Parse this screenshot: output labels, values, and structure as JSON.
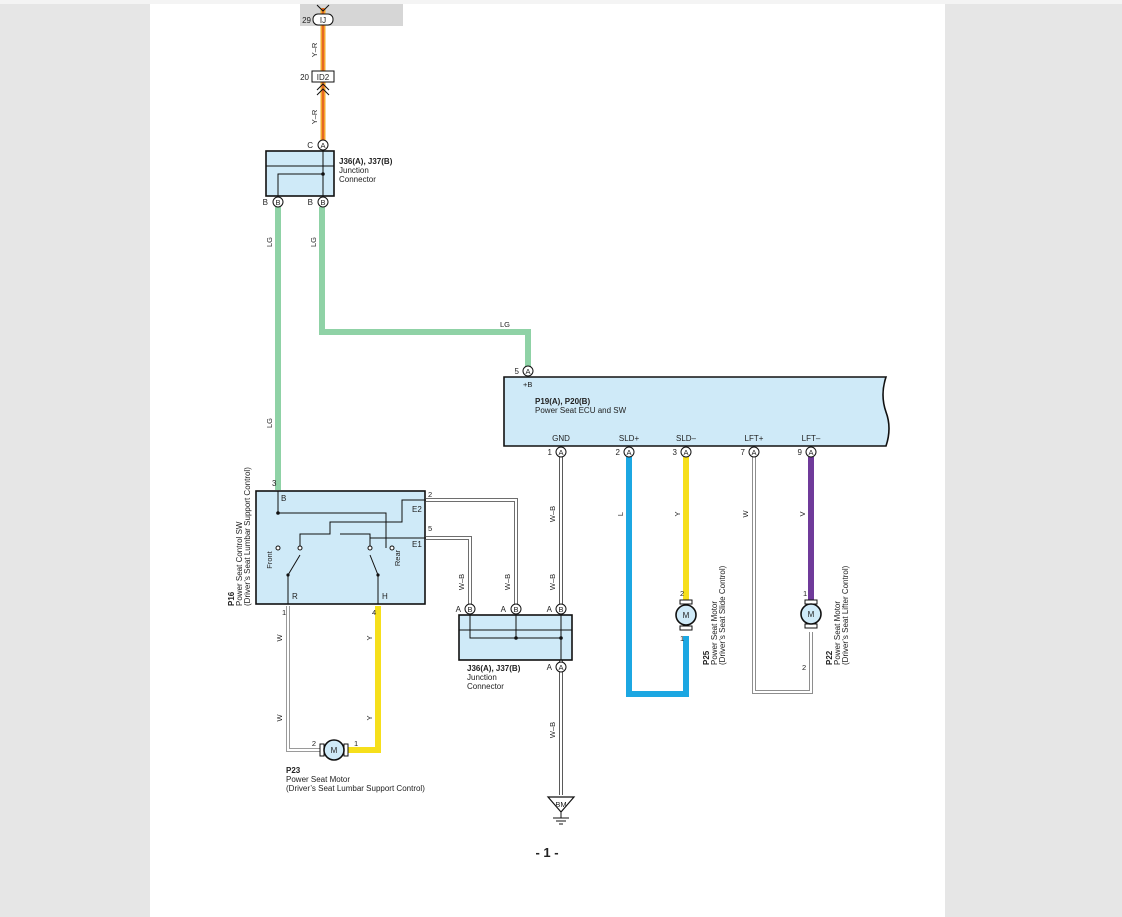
{
  "colors": {
    "LG": "#8fd2a6",
    "Y": "#f6df1b",
    "L": "#1ca7e2",
    "V": "#6f3a9a",
    "W": "#b8b8b8",
    "W-B": "#7a7a7a",
    "Y-R": "#f4a82c",
    "box": "#cfeaf8"
  },
  "top": {
    "pin29": "29",
    "conn_ij": "IJ",
    "wire_yr": "Y–R",
    "pin20": "20",
    "conn_id2": "ID2",
    "wire_yr2": "Y–R"
  },
  "jc_top": {
    "pin_c": "C",
    "pin_a": "A",
    "title": "J36(A), J37(B)",
    "line1": "Junction",
    "line2": "Connector",
    "pin_b1": "B",
    "pin_b1_conn": "B",
    "pin_b2": "B",
    "pin_b2_conn": "B"
  },
  "lg": {
    "a": "LG",
    "b": "LG",
    "c": "LG",
    "d": "LG"
  },
  "ecu": {
    "pin5": "5",
    "pin5_conn": "A",
    "plus_b": "+B",
    "title": "P19(A), P20(B)",
    "subtitle": "Power Seat ECU and SW",
    "term_gnd": "GND",
    "term_sldp": "SLD+",
    "term_sldm": "SLD–",
    "term_lftp": "LFT+",
    "term_lftm": "LFT–",
    "pin1": "1",
    "pin2": "2",
    "pin3": "3",
    "pin7": "7",
    "pin9": "9",
    "conn": "A"
  },
  "wires_ecu": {
    "wb": "W–B",
    "l": "L",
    "y": "Y",
    "w": "W",
    "v": "V"
  },
  "p16": {
    "id": "P16",
    "name1": "Power Seat Control SW",
    "name2": "(Driver’s Seat Lumbar Support Control)",
    "pin3": "3",
    "term_b": "B",
    "pin2": "2",
    "term_e2": "E2",
    "pin5": "5",
    "term_e1": "E1",
    "front": "Front",
    "rear": "Rear",
    "term_r": "R",
    "term_h": "H",
    "pin1": "1",
    "pin4": "4"
  },
  "jc_bot": {
    "wb1": "W–B",
    "wb2": "W–B",
    "wb3": "W–B",
    "pin_a1": "A",
    "pin_b1": "B",
    "pin_a2": "A",
    "pin_b2": "B",
    "pin_a3": "A",
    "pin_b3": "B",
    "pin_a4": "A",
    "pin_a4_conn": "A",
    "title": "J36(A), J37(B)",
    "line1": "Junction",
    "line2": "Connector",
    "wb4": "W–B",
    "ground": "BM"
  },
  "p16_wires": {
    "w1": "W",
    "w2": "W",
    "y1": "Y",
    "y2": "Y"
  },
  "p23": {
    "pin2": "2",
    "pin1": "1",
    "m": "M",
    "id": "P23",
    "name1": "Power Seat Motor",
    "name2": "(Driver’s Seat Lumbar Support Control)"
  },
  "p25": {
    "pin2": "2",
    "pin1": "1",
    "m": "M",
    "id": "P25",
    "name1": "Power Seat Motor",
    "name2": "(Driver’s Seat Slide Control)"
  },
  "p22": {
    "pin1": "1",
    "pin2": "2",
    "m": "M",
    "id": "P22",
    "name1": "Power Seat Motor",
    "name2": "(Driver’s Seat Lifter Control)"
  },
  "page_number": "- 1 -"
}
